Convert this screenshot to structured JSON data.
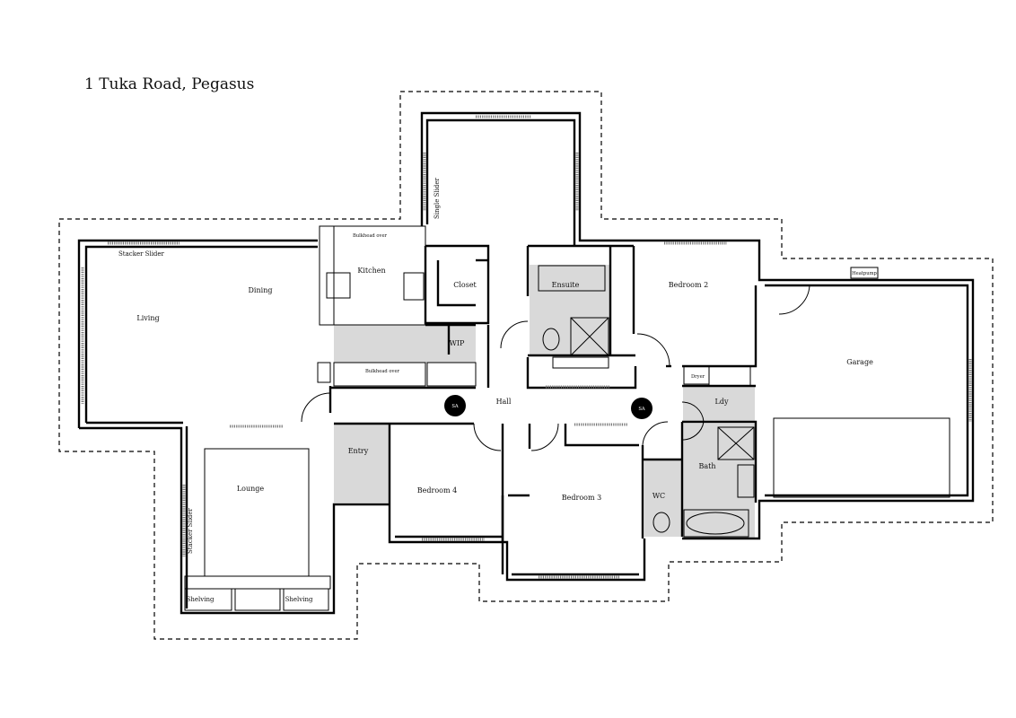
{
  "title": "1 Tuka Road, Pegasus",
  "rooms": {
    "living": "Living",
    "dining": "Dining",
    "kitchen": "Kitchen",
    "closet": "Closet",
    "ensuite": "Ensuite",
    "bedroom2": "Bedroom 2",
    "garage": "Garage",
    "wip": "WIP",
    "hall": "Hall",
    "ldy": "Ldy",
    "entry": "Entry",
    "lounge": "Lounge",
    "bedroom4": "Bedroom 4",
    "bedroom3": "Bedroom 3",
    "wc": "WC",
    "bath": "Bath"
  },
  "annotations": {
    "stacker_slider_living": "Stacker Slider",
    "stacker_slider_lounge": "Stacker Slider",
    "single_slider": "Single Slider",
    "bulkhead_top": "Bulkhead over",
    "bulkhead_bottom": "Bulkhead over",
    "shelving_left": "Shelving",
    "shelving_right": "Shelving",
    "heatpump": "Heatpump",
    "dryer": "Dryer",
    "smoke_1": "SA",
    "smoke_2": "SA"
  }
}
